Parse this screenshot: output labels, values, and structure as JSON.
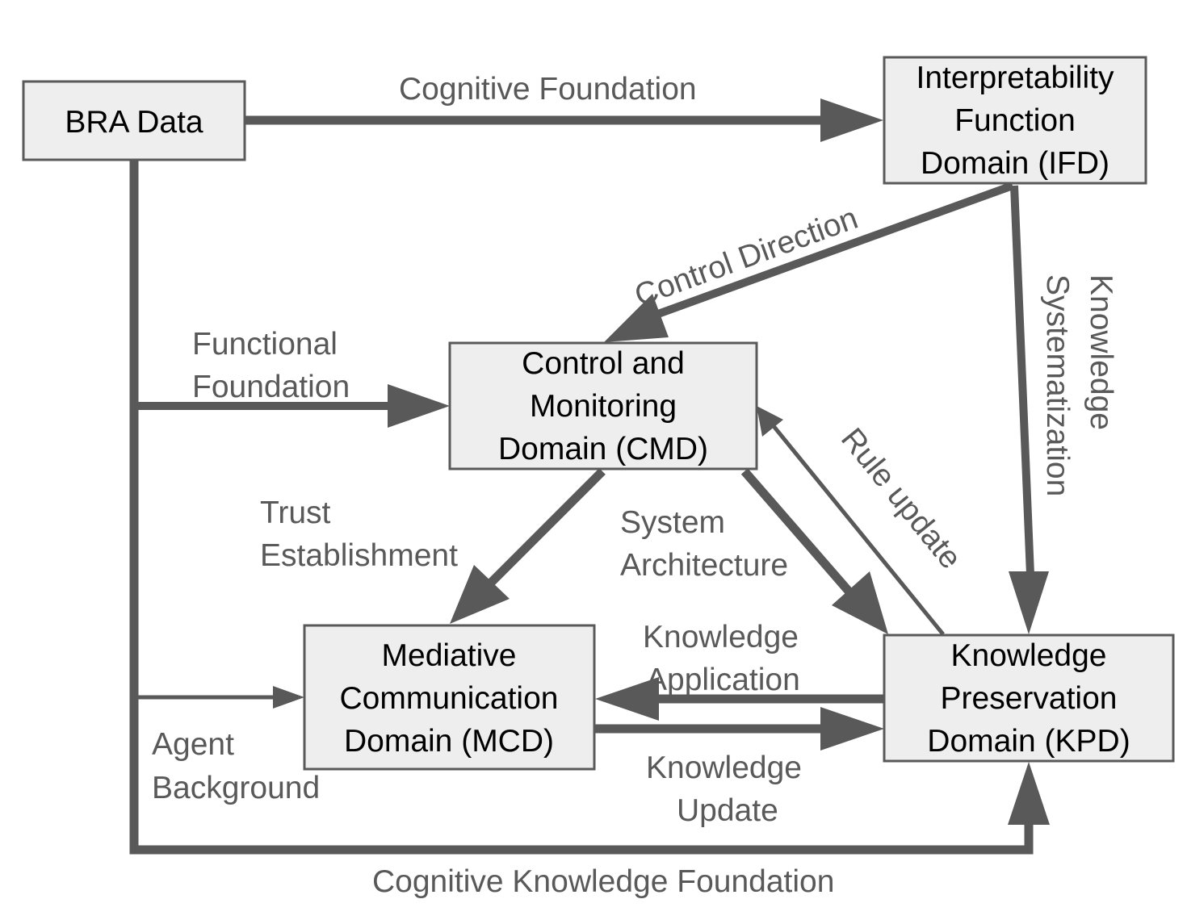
{
  "colors": {
    "line": "#595959",
    "box_fill": "#eeeeee",
    "box_text": "#000000",
    "edge_text": "#595959"
  },
  "nodes": {
    "bra": {
      "lines": [
        "BRA Data"
      ]
    },
    "ifd": {
      "lines": [
        "Interpretability",
        "Function",
        "Domain (IFD)"
      ]
    },
    "cmd": {
      "lines": [
        "Control and",
        "Monitoring",
        "Domain (CMD)"
      ]
    },
    "mcd": {
      "lines": [
        "Mediative",
        "Communication",
        "Domain (MCD)"
      ]
    },
    "kpd": {
      "lines": [
        "Knowledge",
        "Preservation",
        "Domain (KPD)"
      ]
    }
  },
  "edges": {
    "cognitive_foundation": {
      "from": "BRA Data",
      "to": "Interpretability Function Domain (IFD)",
      "lines": [
        "Cognitive Foundation"
      ]
    },
    "control_direction": {
      "from": "Interpretability Function Domain (IFD)",
      "to": "Control and Monitoring Domain (CMD)",
      "lines": [
        "Control Direction"
      ]
    },
    "knowledge_systematization": {
      "from": "Interpretability Function Domain (IFD)",
      "to": "Knowledge Preservation Domain (KPD)",
      "lines": [
        "Knowledge",
        "Systematization"
      ]
    },
    "functional_foundation": {
      "from": "BRA Data",
      "to": "Control and Monitoring Domain (CMD)",
      "lines": [
        "Functional",
        "Foundation"
      ]
    },
    "trust_establishment": {
      "from": "Control and Monitoring Domain (CMD)",
      "to": "Mediative Communication Domain (MCD)",
      "lines": [
        "Trust",
        "Establishment"
      ]
    },
    "system_architecture": {
      "from": "Control and Monitoring Domain (CMD)",
      "to": "Knowledge Preservation Domain (KPD)",
      "lines": [
        "System",
        "Architecture"
      ]
    },
    "rule_update": {
      "from": "Knowledge Preservation Domain (KPD)",
      "to": "Control and Monitoring Domain (CMD)",
      "lines": [
        "Rule update"
      ]
    },
    "knowledge_application": {
      "from": "Knowledge Preservation Domain (KPD)",
      "to": "Mediative Communication Domain (MCD)",
      "lines": [
        "Knowledge",
        "Application"
      ]
    },
    "knowledge_update": {
      "from": "Mediative Communication Domain (MCD)",
      "to": "Knowledge Preservation Domain (KPD)",
      "lines": [
        "Knowledge",
        "Update"
      ]
    },
    "agent_background": {
      "from": "BRA Data",
      "to": "Mediative Communication Domain (MCD)",
      "lines": [
        "Agent",
        "Background"
      ]
    },
    "cognitive_knowledge_foundation": {
      "from": "BRA Data",
      "to": "Knowledge Preservation Domain (KPD)",
      "lines": [
        "Cognitive Knowledge Foundation"
      ]
    }
  }
}
